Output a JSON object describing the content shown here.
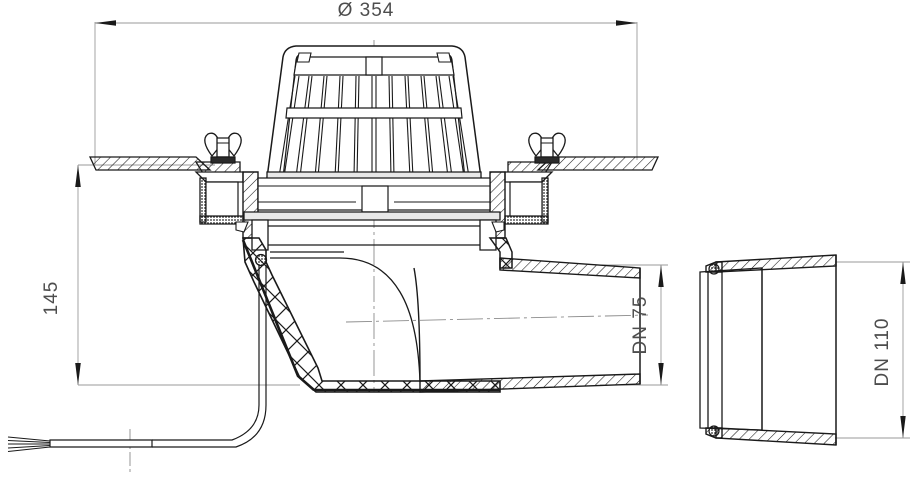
{
  "drawing": {
    "type": "technical-cross-section",
    "subject": "roof drain with gravel guard, clamping flange and DN75 outlet",
    "background_color": "#ffffff",
    "line_color": "#1a1a1a",
    "dim_line_color": "#9a9a9a",
    "dim_text_color": "#4d4d4d",
    "centerline_color": "#8c8c8c"
  },
  "dimensions": {
    "diameter_top": {
      "label": "Ø 354",
      "value": 354,
      "unit": "mm",
      "orientation": "horizontal",
      "position": "top"
    },
    "height_left": {
      "label": "145",
      "value": 145,
      "unit": "mm",
      "orientation": "vertical-rotated",
      "position": "left"
    },
    "outlet_nominal": {
      "label": "DN 75",
      "value": 75,
      "unit": "DN",
      "orientation": "vertical-rotated",
      "position": "right-of-outlet"
    },
    "adapter_nominal": {
      "label": "DN 110",
      "value": 110,
      "unit": "DN",
      "orientation": "vertical-rotated",
      "position": "far-right"
    }
  },
  "components": {
    "gravel_guard": "gravel-guard-dome",
    "wing_nut_left": "wing-nut-left",
    "wing_nut_right": "wing-nut-right",
    "clamp_flange": "clamping-flange",
    "membrane_flange": "membrane-flange",
    "drain_body": "insulated-drain-body",
    "outlet_pipe": "dn75-outlet-pipe",
    "adapter_sleeve": "dn110-adapter-sleeve",
    "heating_cable": "heating-cable",
    "cable_leads": "stripped-cable-leads",
    "centerline_vertical": "vertical-centerline",
    "centerline_outlet": "outlet-axis-centerline"
  }
}
